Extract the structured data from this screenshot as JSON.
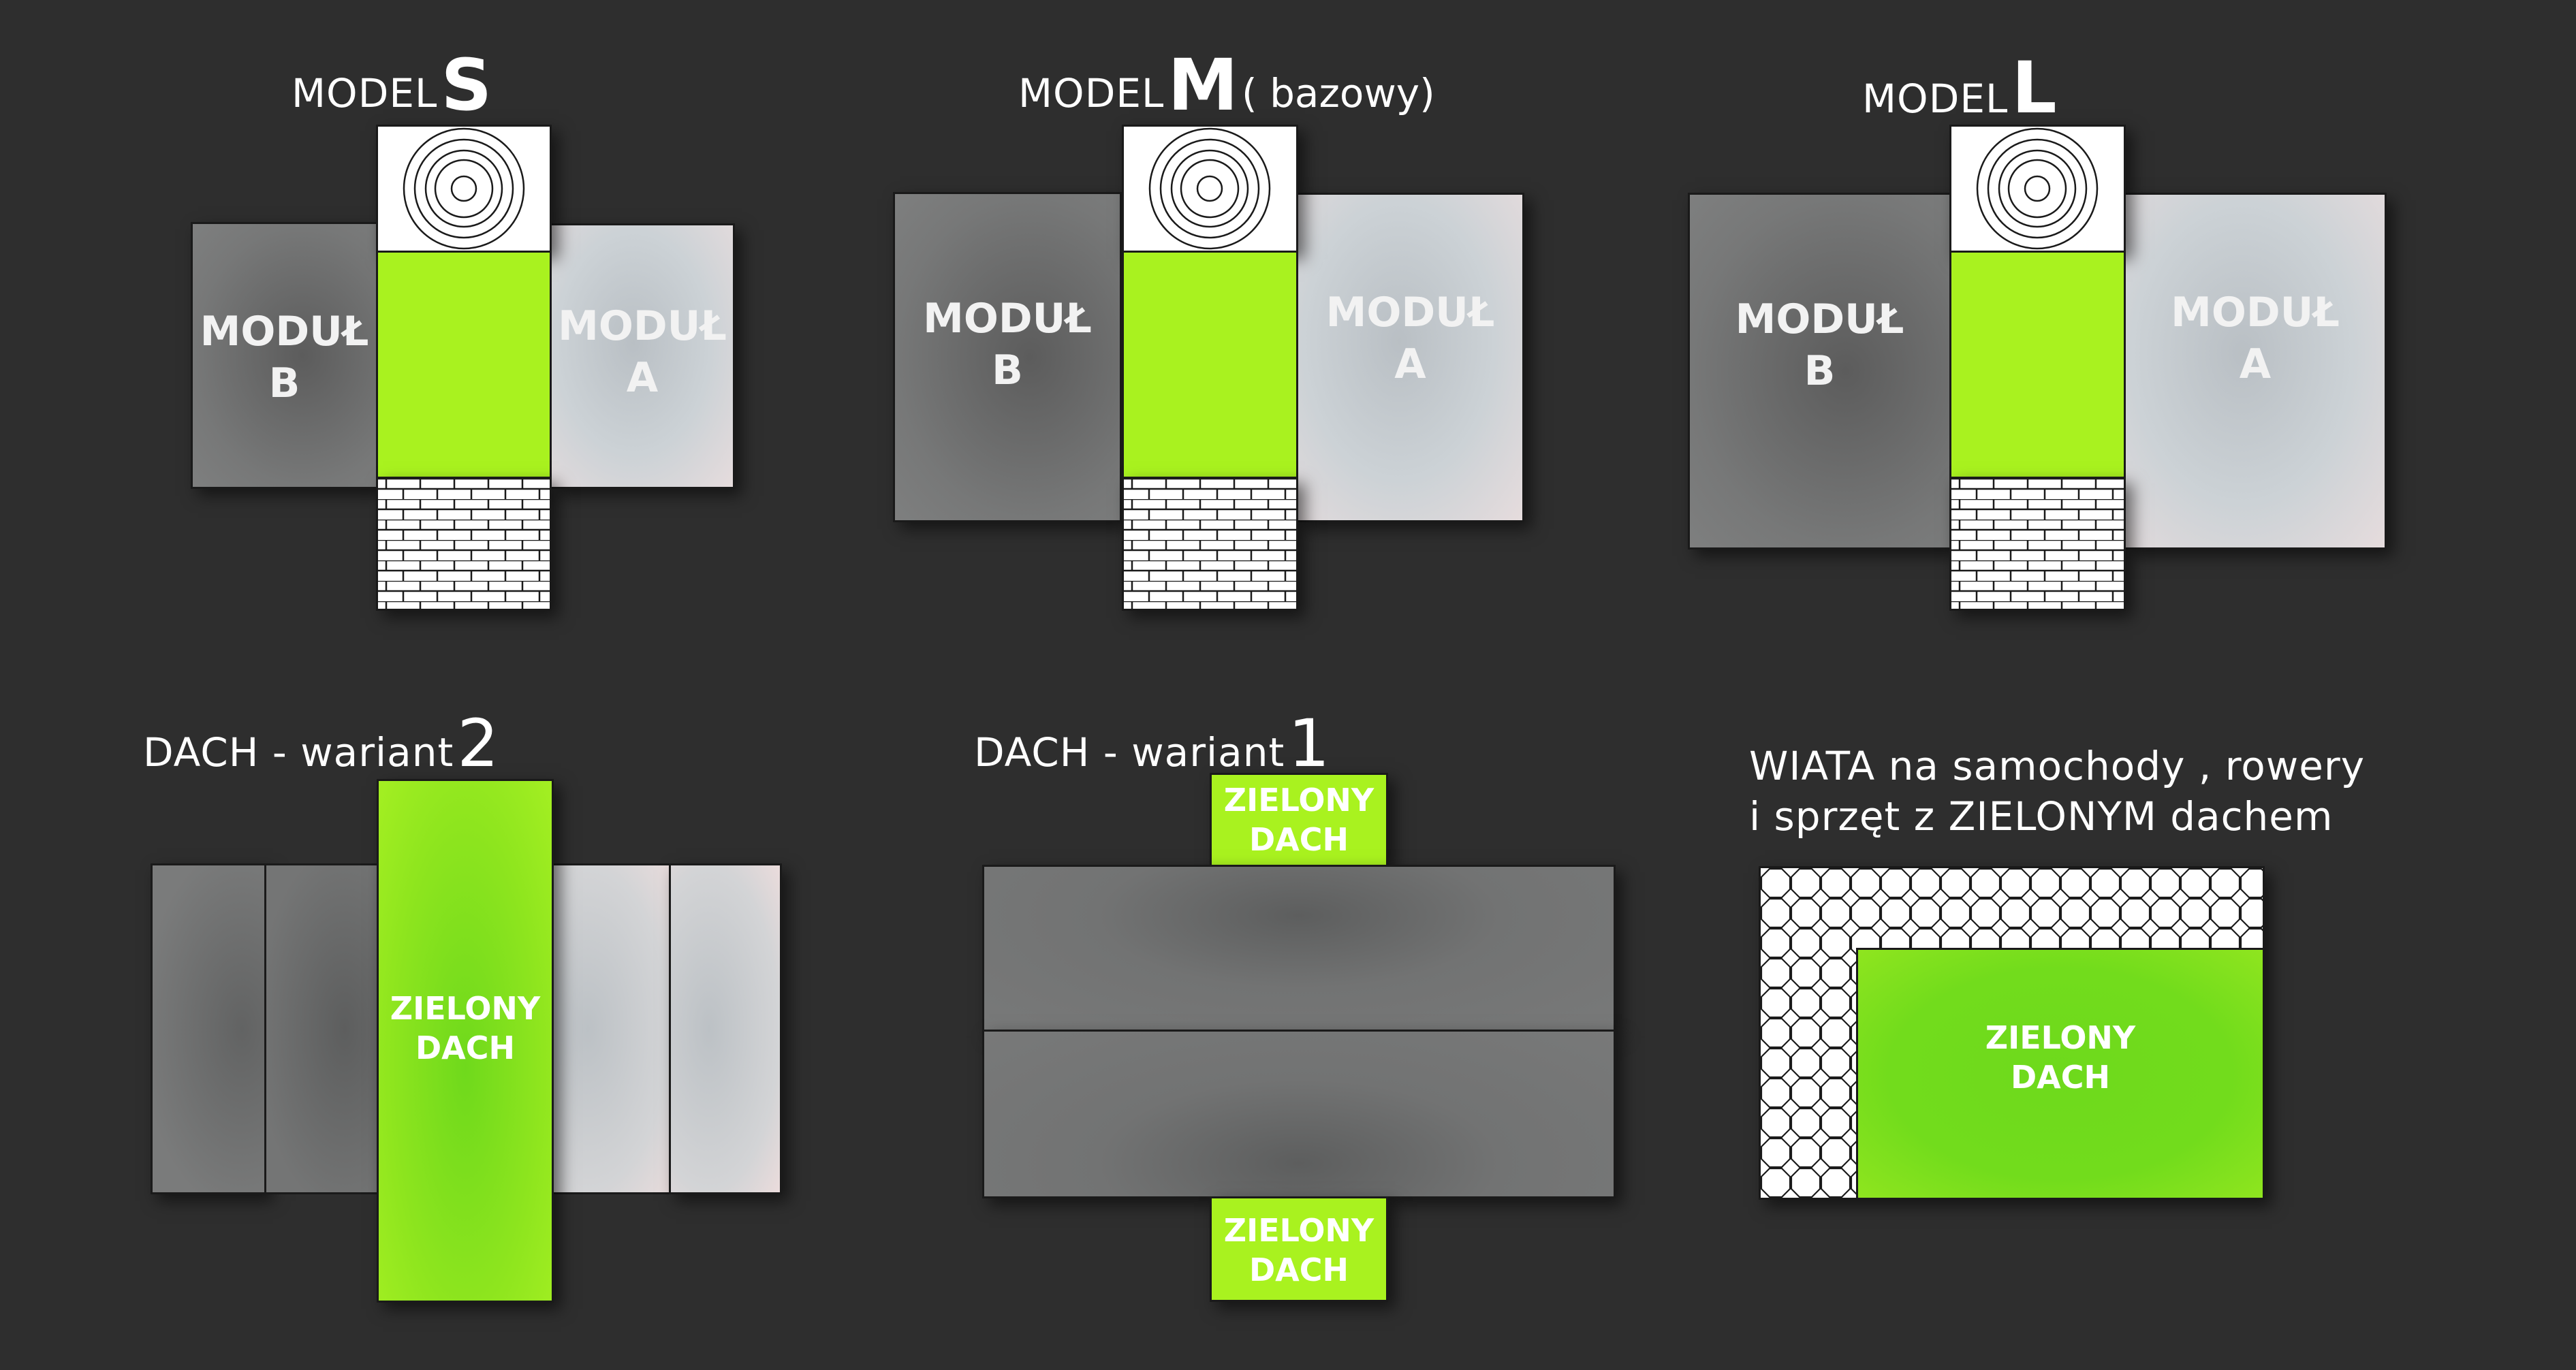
{
  "models": {
    "s": {
      "prefix": "MODEL",
      "letter": "S",
      "suffix": "",
      "module_word": "MODUŁ",
      "b": "B",
      "a": "A"
    },
    "m": {
      "prefix": "MODEL",
      "letter": "M",
      "suffix": "( bazowy)",
      "module_word": "MODUŁ",
      "b": "B",
      "a": "A"
    },
    "l": {
      "prefix": "MODEL",
      "letter": "L",
      "suffix": "",
      "module_word": "MODUŁ",
      "b": "B",
      "a": "A"
    }
  },
  "roof_variant_2": {
    "prefix": "DACH - wariant",
    "number": "2",
    "green_line1": "ZIELONY",
    "green_line2": "DACH"
  },
  "roof_variant_1": {
    "prefix": "DACH - wariant",
    "number": "1",
    "green_line1": "ZIELONY",
    "green_line2": "DACH"
  },
  "carport": {
    "line1": "WIATA na samochody , rowery",
    "line2": "i sprzęt z ZIELONYM dachem",
    "green_line1": "ZIELONY",
    "green_line2": "DACH"
  },
  "colors": {
    "background": "#2e2e2e",
    "module_b": "#777878",
    "module_a": "#ccd2d6",
    "green": "#a9f21f",
    "green_dark": "#6fd91c"
  }
}
